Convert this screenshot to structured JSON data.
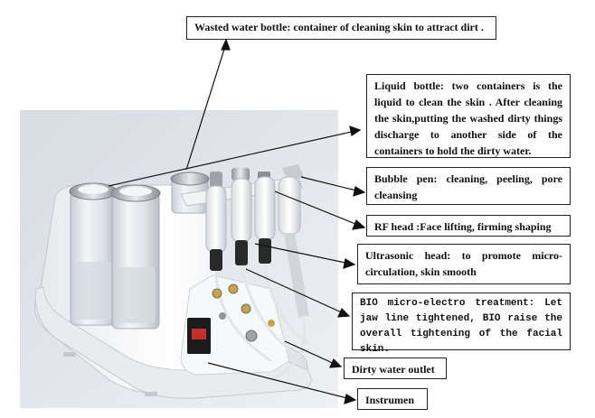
{
  "callouts": {
    "wasted_water": "Wasted water bottle: container of cleaning skin to attract dirt .",
    "liquid_bottle": "Liquid bottle: two containers is the liquid to clean the skin . After cleaning the skin,putting the washed dirty things discharge to another side of the containers to hold the dirty water.",
    "bubble_pen": "Bubble pen: cleaning, peeling, pore cleansing",
    "rf_head": "RF head :Face lifting, firming shaping",
    "ultrasonic": "Ultrasonic head: to promote micro-circulation, skin smooth",
    "bio": "BIO micro-electro treatment: Let jaw line tightened, BIO raise the overall tightening of the facial skin.",
    "dirty_outlet": "Dirty water outlet",
    "instrument": "Instrumen"
  },
  "colors": {
    "machine_white": "#f4f5f7",
    "backdrop": "#dfe3e9",
    "line": "#111111",
    "bottle_cap": "#b9bdc3",
    "handle_black": "#2a2a2a"
  }
}
